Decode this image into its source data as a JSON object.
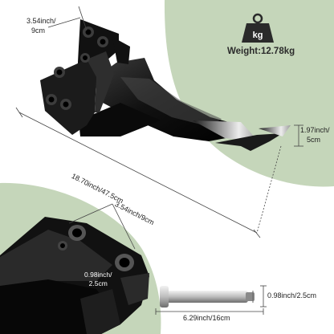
{
  "weight": {
    "icon": "kg-weight-icon",
    "unit": "kg",
    "text": "Weight:12.78kg"
  },
  "dimensions": {
    "top_width": [
      "3.54inch/",
      "9cm"
    ],
    "length": "18.70inch/47.5cm",
    "tooth": [
      "1.97inch/",
      "5cm"
    ],
    "bracket_width": "3.54inch/9cm",
    "hole": [
      "0.98inch/",
      "2.5cm"
    ],
    "pin_diameter": "0.98inch/2.5cm",
    "pin_length": "6.29inch/16cm"
  },
  "colors": {
    "background": "#ffffff",
    "accent_green": "#c5d6ba",
    "steel": "#111111",
    "dimension_line": "#444444"
  }
}
